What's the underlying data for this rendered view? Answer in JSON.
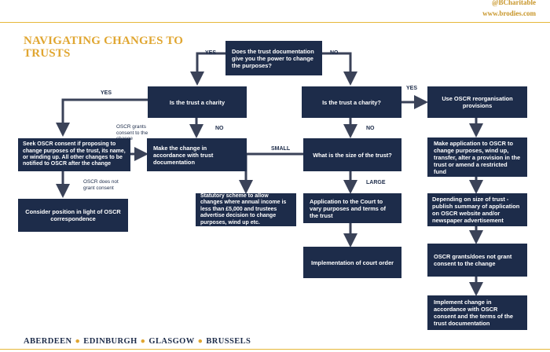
{
  "header": {
    "handle": "@BCharitable",
    "website": "www.brodies.com"
  },
  "title": "NAVIGATING CHANGES TO TRUSTS",
  "nodes": {
    "q_power": "Does the trust documentation give you the power to change the purposes?",
    "q_charity_left": "Is the trust a charity",
    "q_charity_right": "Is the trust a charity?",
    "seek_consent": "Seek OSCR consent if proposing to change purposes of the trust, its name, or winding up. All other changes to be notified to OSCR after the change",
    "make_change": "Make the change in accordance with trust documentation",
    "consider_position": "Consider position in light of OSCR correspondence",
    "q_size": "What is the size of the trust?",
    "statutory": "Statutory scheme to allow changes where annual income is less than £5,000 and trustees advertise decision to change purposes, wind up etc.",
    "application_court": "Application to the Court to vary purposes and terms of the trust",
    "court_order": "Implementation of court order",
    "reorg": "Use OSCR reorganisation provisions",
    "make_application": "Make application to OSCR to change purposes, wind up, transfer, alter a provision in the trust or amend a restricted fund",
    "publish": "Depending on size of trust - publish summary of application on OSCR website and/or newspaper advertisement",
    "grants": "OSCR grants/does not grant consent to the change",
    "implement": "Implement change in accordance with OSCR consent and the terms of the trust documentation"
  },
  "labels": {
    "yes_top": "YES",
    "no_top": "NO",
    "yes_left": "YES",
    "no_left": "NO",
    "oscr_grants": "OSCR grants consent to the change",
    "oscr_not_grant": "OSCR does not grant consent",
    "yes_right": "YES",
    "no_right": "NO",
    "small": "SMALL",
    "large": "LARGE"
  },
  "footer": {
    "cities": [
      "ABERDEEN",
      "EDINBURGH",
      "GLASGOW",
      "BRUSSELS"
    ]
  },
  "colors": {
    "navy": "#1d2c4a",
    "gold": "#e0a631",
    "arrow": "#3a4258"
  }
}
